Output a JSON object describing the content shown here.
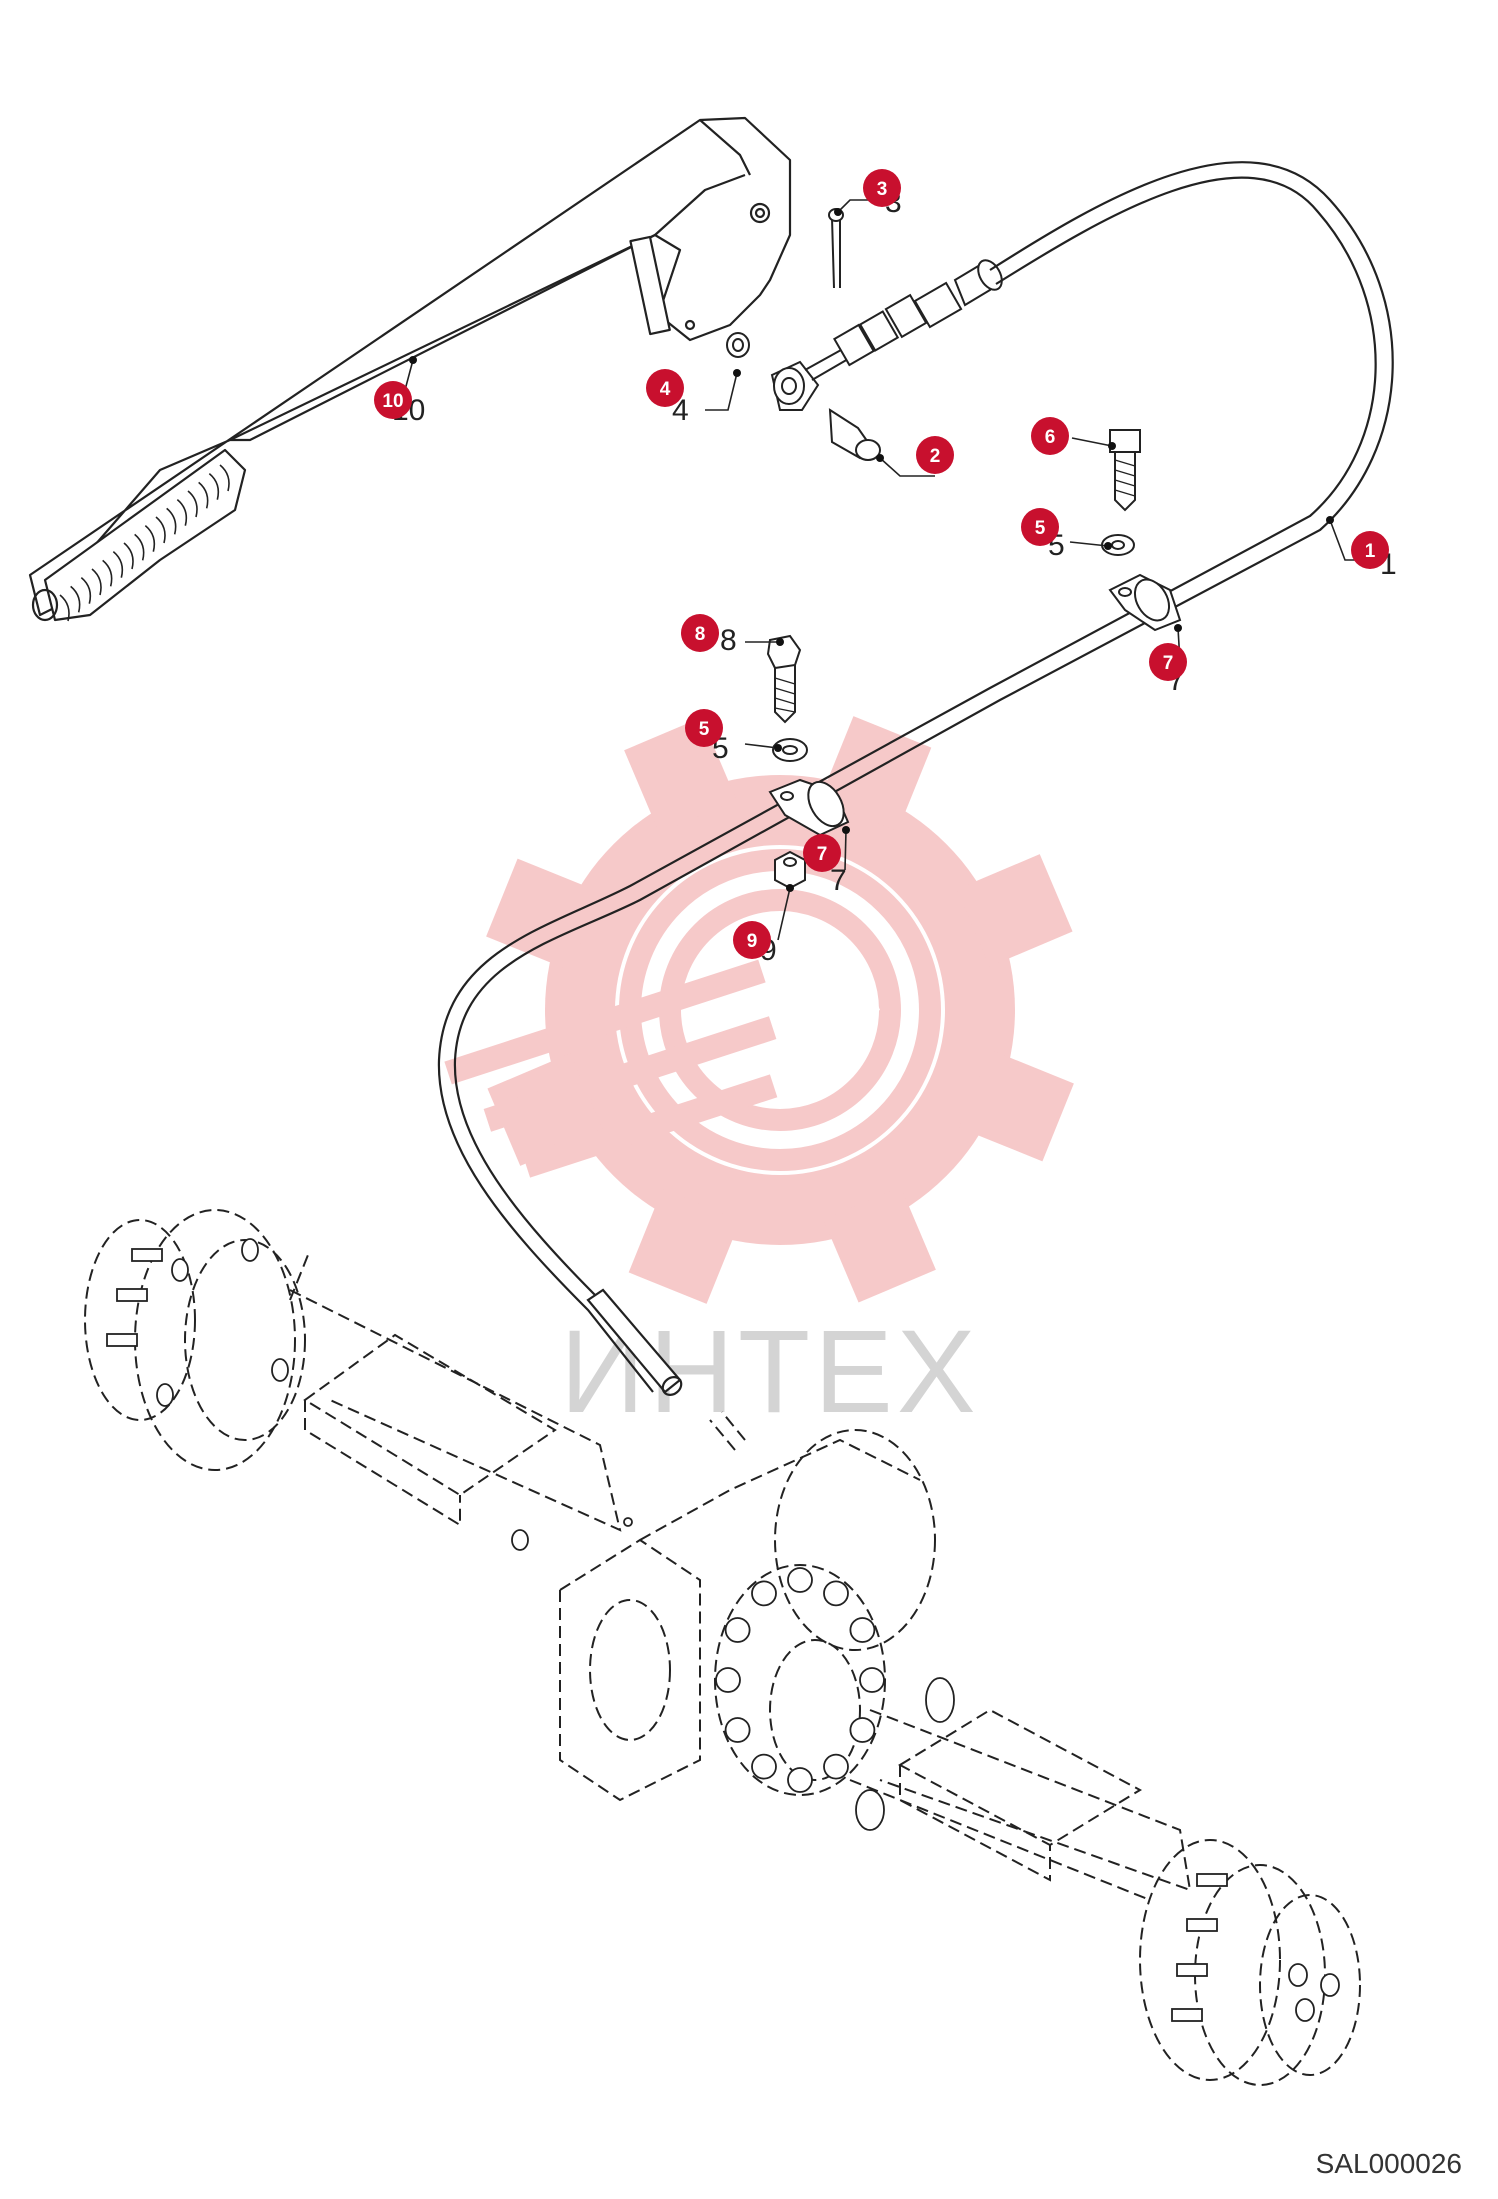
{
  "drawing_code": "SAL000026",
  "watermark_text": "ИНТЕХ",
  "callout_color": "#c8102e",
  "watermark_color": "#f6c4c4",
  "callouts": [
    {
      "id": "1",
      "number": "1"
    },
    {
      "id": "2",
      "number": "2"
    },
    {
      "id": "3",
      "number": "3"
    },
    {
      "id": "4",
      "number": "4"
    },
    {
      "id": "5a",
      "number": "5"
    },
    {
      "id": "5b",
      "number": "5"
    },
    {
      "id": "6",
      "number": "6"
    },
    {
      "id": "7a",
      "number": "7"
    },
    {
      "id": "7b",
      "number": "7"
    },
    {
      "id": "8",
      "number": "8"
    },
    {
      "id": "9",
      "number": "9"
    },
    {
      "id": "10",
      "number": "10"
    }
  ],
  "drawn_labels": [
    {
      "id": "1",
      "text": "1"
    },
    {
      "id": "3",
      "text": "3"
    },
    {
      "id": "4",
      "text": "4"
    },
    {
      "id": "5a",
      "text": "5"
    },
    {
      "id": "5b",
      "text": "5"
    },
    {
      "id": "7a",
      "text": "7"
    },
    {
      "id": "7b",
      "text": "7"
    },
    {
      "id": "8",
      "text": "8"
    },
    {
      "id": "9",
      "text": "9"
    },
    {
      "id": "10",
      "text": "10"
    }
  ]
}
